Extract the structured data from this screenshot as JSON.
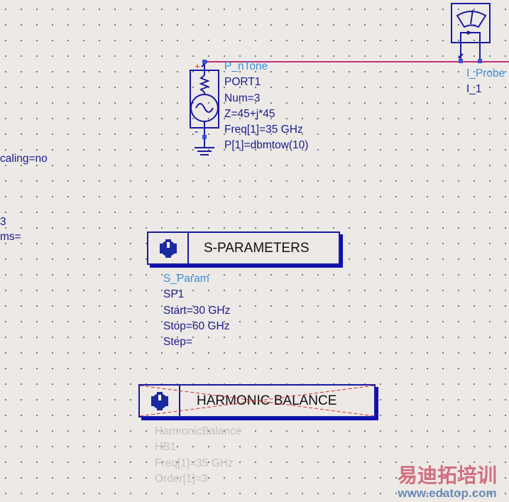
{
  "left_params": [
    "caling=no",
    "3",
    "ms="
  ],
  "port": {
    "type": "P_nTone",
    "name": "PORT1",
    "params": [
      "Num=3",
      "Z=45+j*45",
      "Freq[1]=35 GHz",
      "P[1]=dbmtow(10)"
    ]
  },
  "probe": {
    "type": "I_Probe",
    "name": "I_1"
  },
  "sparam": {
    "title": "S-PARAMETERS",
    "type": "S_Param",
    "name": "SP1",
    "params": [
      "Start=30 GHz",
      "Stop=60 GHz",
      "Step="
    ]
  },
  "hb": {
    "title": "HARMONIC BALANCE",
    "type": "HarmonicBalance",
    "name": "HB1",
    "params": [
      "Freq[1]=35 GHz",
      "Order[1]=3"
    ]
  },
  "watermark": {
    "cn": "易迪拓培训",
    "url": "www.edatop.com"
  },
  "colors": {
    "wire": "#c0307a",
    "component": "#1a1aa0",
    "label": "#3a8fd6"
  }
}
